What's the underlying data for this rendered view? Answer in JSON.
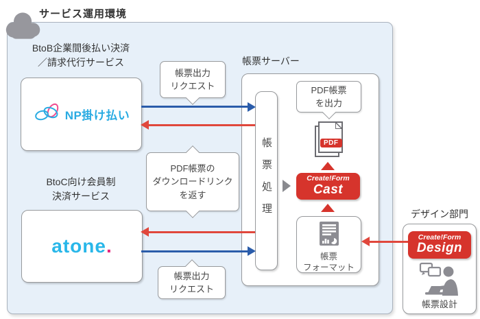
{
  "title": "サービス運用環境",
  "colors": {
    "container_bg": "#e7f0f9",
    "box_border": "#97999c",
    "blue_arrow": "#2a5caa",
    "red_arrow": "#e0473c",
    "brand_red": "#d6342c",
    "np_blue": "#29abe2",
    "atone_blue": "#29b7e9",
    "atone_pink": "#e6257e",
    "gray_icon": "#8c8c92"
  },
  "services": {
    "btob": {
      "label1": "BtoB企業間後払い決済",
      "label2": "／請求代行サービス",
      "logo_text": "NP掛け払い"
    },
    "btoc": {
      "label1": "BtoC向け会員制",
      "label2": "決済サービス",
      "logo_text": "atone",
      "logo_dot": "."
    }
  },
  "bubbles": {
    "request_top": {
      "line1": "帳票出力",
      "line2": "リクエスト"
    },
    "download_link": {
      "line1": "PDF帳票の",
      "line2": "ダウンロードリンク",
      "line3": "を返す"
    },
    "request_bottom": {
      "line1": "帳票出力",
      "line2": "リクエスト"
    },
    "pdf_output": {
      "line1": "PDF帳票",
      "line2": "を出力"
    }
  },
  "server": {
    "label": "帳票サーバー",
    "process_vertical": "帳票処理",
    "pdf_badge": "PDF",
    "cast": {
      "brand": "Create!Form",
      "name": "Cast"
    },
    "format": {
      "line1": "帳票",
      "line2": "フォーマット"
    }
  },
  "design": {
    "label": "デザイン部門",
    "product": {
      "brand": "Create!Form",
      "name": "Design"
    },
    "caption": "帳票設計"
  }
}
